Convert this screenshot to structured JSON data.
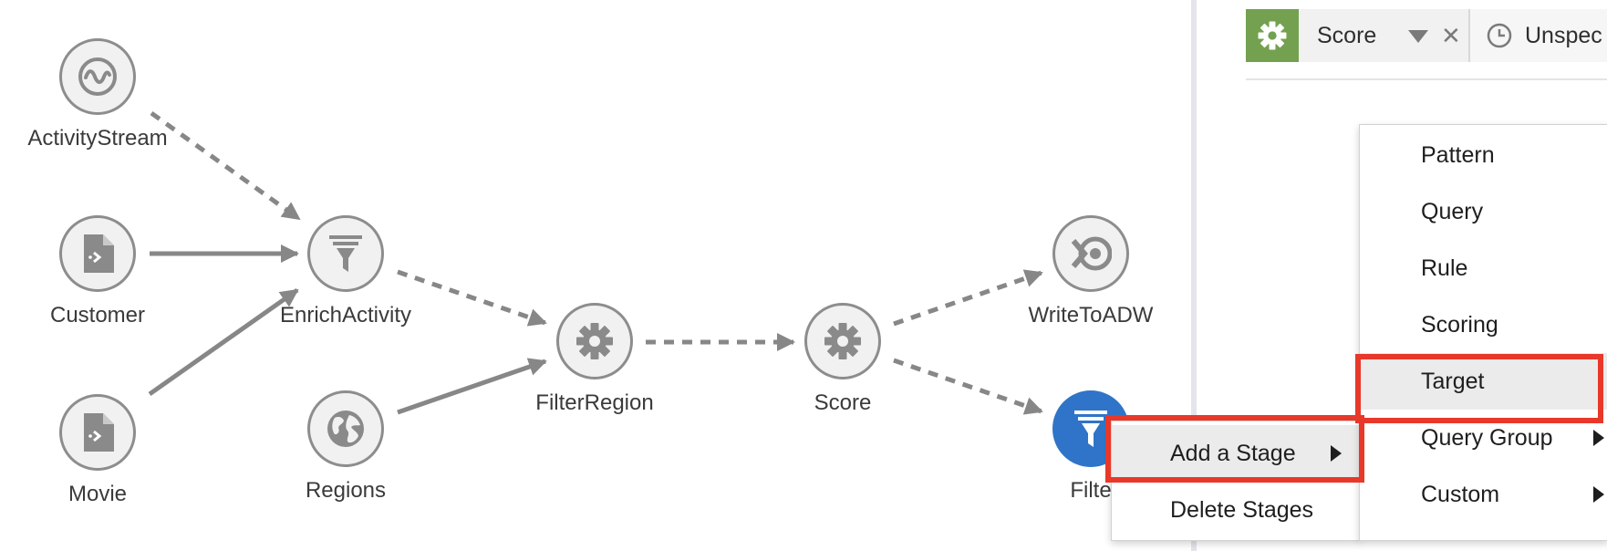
{
  "pipeline": {
    "nodes": {
      "activitystream": {
        "label": "ActivityStream",
        "icon": "stream-wave-icon"
      },
      "customer": {
        "label": "Customer",
        "icon": "file-input-icon"
      },
      "movie": {
        "label": "Movie",
        "icon": "file-input-icon"
      },
      "enrichactivity": {
        "label": "EnrichActivity",
        "icon": "funnel-icon"
      },
      "regions": {
        "label": "Regions",
        "icon": "globe-icon"
      },
      "filterregion": {
        "label": "FilterRegion",
        "icon": "gear-icon"
      },
      "score": {
        "label": "Score",
        "icon": "gear-icon"
      },
      "writetoadw": {
        "label": "WriteToADW",
        "icon": "target-output-icon"
      },
      "filter": {
        "label": "Filte",
        "icon": "funnel-icon",
        "state": "selected"
      }
    }
  },
  "stage_toolbar": {
    "stage_tab": {
      "label": "Score",
      "icon": "gear-icon",
      "close_symbol": "✕"
    },
    "time_tab": {
      "label": "Unspec",
      "icon": "clock-icon"
    }
  },
  "context_menu": {
    "items": [
      {
        "label": "Add a Stage",
        "has_submenu": true,
        "highlighted": true
      },
      {
        "label": "Delete Stages",
        "has_submenu": false
      }
    ]
  },
  "submenu": {
    "items": [
      {
        "label": "Pattern",
        "has_submenu": false
      },
      {
        "label": "Query",
        "has_submenu": false
      },
      {
        "label": "Rule",
        "has_submenu": false
      },
      {
        "label": "Scoring",
        "has_submenu": false
      },
      {
        "label": "Target",
        "has_submenu": false,
        "highlighted": true
      },
      {
        "label": "Query Group",
        "has_submenu": true
      },
      {
        "label": "Custom",
        "has_submenu": true
      }
    ]
  },
  "colors": {
    "node_border": "#8d8d8d",
    "node_fill": "#f1f1f1",
    "selected_node": "#2f74c8",
    "stage_icon_bg": "#73a150",
    "callout_red": "#e8382a",
    "menu_highlight": "#ebebeb"
  }
}
